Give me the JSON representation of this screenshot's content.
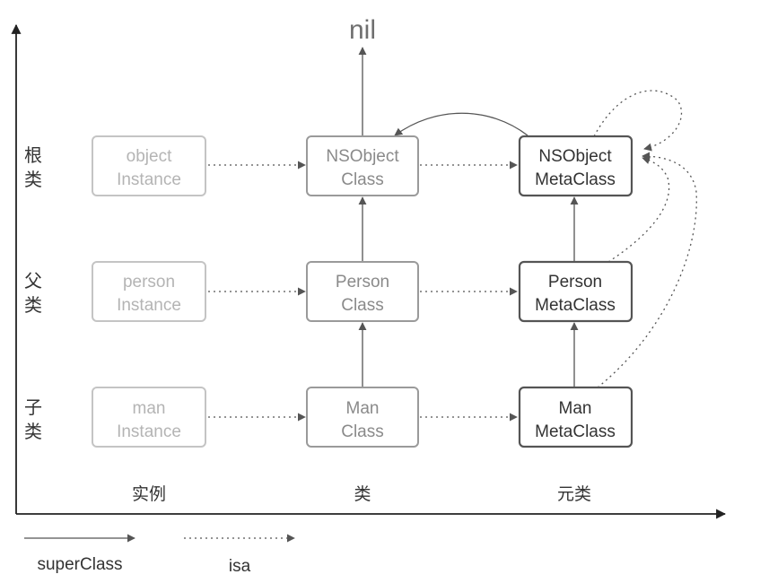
{
  "nil_label": "nil",
  "row_labels": {
    "root": [
      "根",
      "类"
    ],
    "parent": [
      "父",
      "类"
    ],
    "child": [
      "子",
      "类"
    ]
  },
  "column_labels": {
    "instance": "实例",
    "class": "类",
    "metaclass": "元类"
  },
  "boxes": {
    "object_instance": [
      "object",
      "Instance"
    ],
    "nsobject_class": [
      "NSObject",
      "Class"
    ],
    "nsobject_metaclass": [
      "NSObject",
      "MetaClass"
    ],
    "person_instance": [
      "person",
      "Instance"
    ],
    "person_class": [
      "Person",
      "Class"
    ],
    "person_metaclass": [
      "Person",
      "MetaClass"
    ],
    "man_instance": [
      "man",
      "Instance"
    ],
    "man_class": [
      "Man",
      "Class"
    ],
    "man_metaclass": [
      "Man",
      "MetaClass"
    ]
  },
  "legend": {
    "superclass": "superClass",
    "isa": "isa"
  },
  "colors": {
    "instance": "#c4c4c4",
    "class": "#9a9a9a",
    "metaclass": "#555555",
    "axis": "#222222"
  }
}
